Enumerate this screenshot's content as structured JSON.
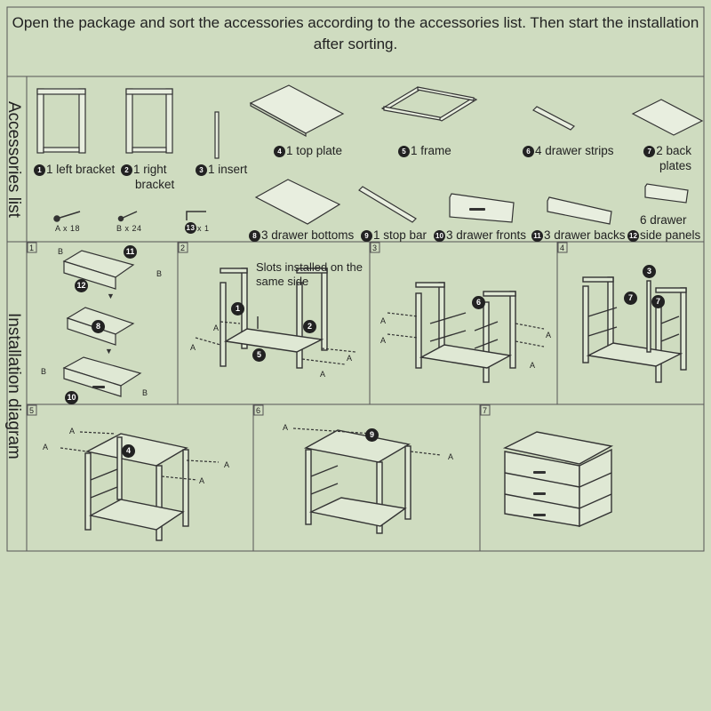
{
  "header": {
    "instruction": "Open the package and sort the accessories according to the accessories list. Then start the installation after sorting."
  },
  "sections": {
    "accessories_title": "Accessories list",
    "installation_title": "Installation diagram"
  },
  "accessories": [
    {
      "num": "1",
      "label": "1 left bracket"
    },
    {
      "num": "2",
      "label": "1 right",
      "label2": "bracket"
    },
    {
      "num": "3",
      "label": "1 insert"
    },
    {
      "num": "4",
      "label": "1 top plate"
    },
    {
      "num": "5",
      "label": "1 frame"
    },
    {
      "num": "6",
      "label": "4 drawer strips"
    },
    {
      "num": "7",
      "label": "2 back",
      "label2": "plates"
    },
    {
      "num": "8",
      "label": "3 drawer bottoms"
    },
    {
      "num": "9",
      "label": "1 stop bar"
    },
    {
      "num": "10",
      "label": "3 drawer fronts"
    },
    {
      "num": "11",
      "label": "3 drawer backs"
    },
    {
      "num": "12",
      "label": "6 drawer",
      "label2": "side panels"
    }
  ],
  "hardware": [
    {
      "label": "A x 18"
    },
    {
      "label": "B x 24"
    },
    {
      "num": "13",
      "label": "x 1"
    }
  ],
  "steps": [
    "1",
    "2",
    "3",
    "4",
    "5",
    "6",
    "7"
  ],
  "callouts": {
    "slots_note": "Slots installed on the same side",
    "letter_a": "A",
    "letter_b": "B"
  },
  "colors": {
    "background": "#cfdcc0",
    "line": "#333333",
    "panel_fill": "#dfe8d4",
    "tag_fill": "#222222"
  }
}
